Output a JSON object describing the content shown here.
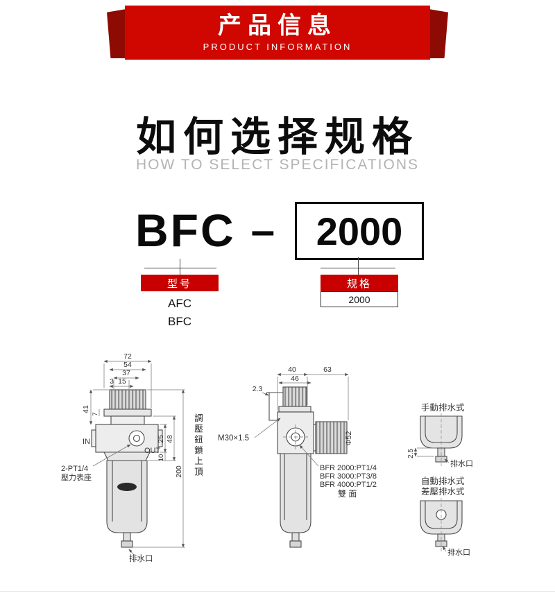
{
  "banner": {
    "title": "产品信息",
    "subtitle": "PRODUCT INFORMATION"
  },
  "section": {
    "title": "如何选择规格",
    "subtitle": "HOW TO SELECT SPECIFICATIONS"
  },
  "model_code": {
    "prefix": "BFC",
    "dash": "–",
    "size": "2000"
  },
  "model_group": {
    "label": "型号",
    "options": [
      "AFC",
      "BFC"
    ]
  },
  "spec_group": {
    "label": "规格",
    "value": "2000"
  },
  "colors": {
    "banner_red": "#cf0700",
    "fold_red": "#8e0b03",
    "tag_red": "#c80000"
  },
  "diagram": {
    "front": {
      "dim_72": "72",
      "dim_54": "54",
      "dim_37": "37",
      "dim_3": "3",
      "dim_15": "15",
      "dim_41": "41",
      "dim_7": "7",
      "dim_25": "25",
      "dim_48": "48",
      "dim_10": "10",
      "dim_200": "200",
      "label_in": "IN",
      "label_out": "OUT",
      "gauge_label_1": "2-PT1/4",
      "gauge_label_2": "壓力表座",
      "knob_note": "調壓鈕鎖上頂",
      "drain_label": "排水口"
    },
    "side": {
      "dim_40": "40",
      "dim_63": "63",
      "dim_46": "46",
      "dim_2_3": "2.3",
      "thread_label": "M30×1.5",
      "dia_label": "Φ52",
      "port_line_1": "BFR 2000:PT1/4",
      "port_line_2": "BFR 3000:PT3/8",
      "port_line_3": "BFR 4000:PT1/2",
      "both_sides": "雙 面"
    },
    "drain_types": {
      "manual_title": "手動排水式",
      "manual_dim": "2.5",
      "manual_port": "排水口",
      "auto_title_1": "自動排水式",
      "auto_title_2": "差壓排水式",
      "auto_port": "排水口"
    }
  }
}
